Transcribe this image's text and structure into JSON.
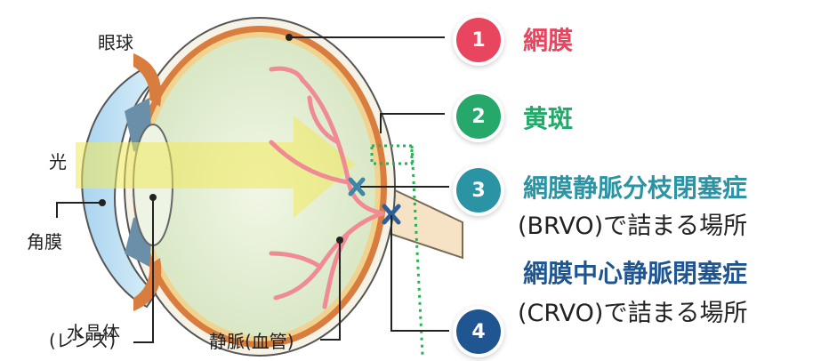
{
  "labels": {
    "eyeball": "眼球",
    "light": "光",
    "cornea": "角膜",
    "lens_line1": "水晶体",
    "lens_line2": "(レンズ)",
    "vein": "静脈(血管)"
  },
  "items": [
    {
      "number": "1",
      "title": "網膜",
      "color": "#e8455e"
    },
    {
      "number": "2",
      "title": "黄斑",
      "color": "#25a86a"
    },
    {
      "number": "3",
      "title": "網膜静脈分枝閉塞症",
      "subtitle": "(BRVO)で詰まる場所",
      "color": "#2a93a4"
    },
    {
      "number": "4",
      "title": "網膜中心静脈閉塞症",
      "subtitle": "(CRVO)で詰まる場所",
      "color": "#1f5591"
    }
  ]
}
